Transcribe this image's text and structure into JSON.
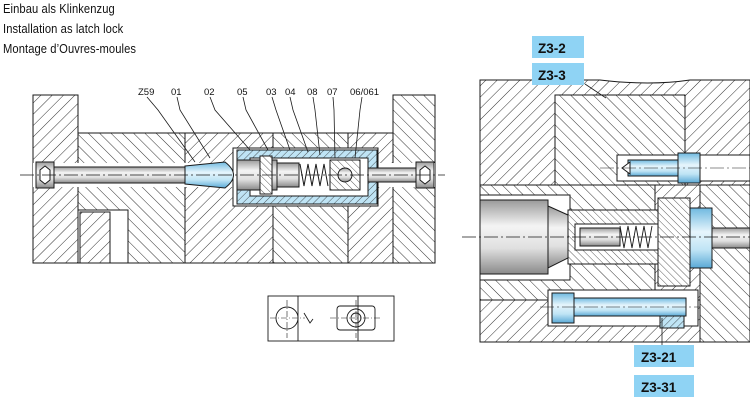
{
  "headings": [
    "Einbau als Klinkenzug",
    "Installation as latch lock",
    "Montage d’Ouvres-moules"
  ],
  "part_labels": [
    "Z59",
    "01",
    "02",
    "05",
    "03",
    "04",
    "08",
    "07",
    "06/061"
  ],
  "badges": [
    "Z3-2",
    "Z3-3",
    "Z3-21",
    "Z3-31"
  ],
  "colors": {
    "badge_fill": "#8fd3f4",
    "part_blue": "#bfe4f5",
    "part_blue_dark": "#7fc3e6",
    "line": "#1a1a1a",
    "hatch": "#1a1a1a",
    "steel_gray": "#e4e4e4"
  }
}
